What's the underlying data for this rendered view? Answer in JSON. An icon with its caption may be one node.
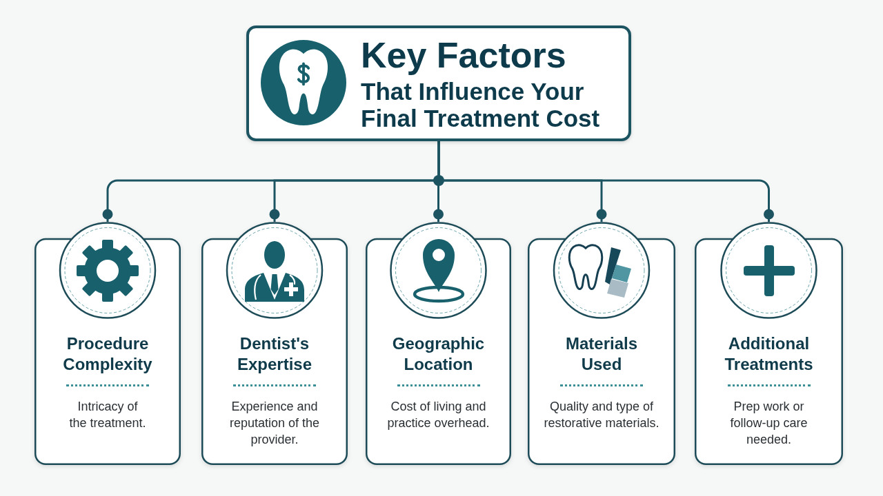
{
  "diagram": {
    "nodes": [
      {
        "text": [
          "Key Factors",
          "That Influence Your Final Treatment Cost"
        ]
      },
      {
        "text": [
          "Procedure Complexity",
          "Intricacy of the treatment."
        ]
      },
      {
        "text": [
          "Dentist's Expertise",
          "Experience and reputation of the provider."
        ]
      },
      {
        "text": [
          "Geographic Location",
          "Cost of living and practice overhead."
        ]
      },
      {
        "text": [
          "Materials Used",
          "Quality and type of restorative materials."
        ]
      },
      {
        "text": [
          "Additional Treatments",
          "Prep work or follow-up care needed."
        ]
      }
    ],
    "edges": [
      {
        "from": 0,
        "to": 1,
        "arrow": "other"
      },
      {
        "from": 0,
        "to": 2,
        "arrow": "other"
      },
      {
        "from": 0,
        "to": 3,
        "arrow": "other"
      },
      {
        "from": 0,
        "to": 4,
        "arrow": "other"
      },
      {
        "from": 0,
        "to": 5,
        "arrow": "other"
      }
    ]
  }
}
